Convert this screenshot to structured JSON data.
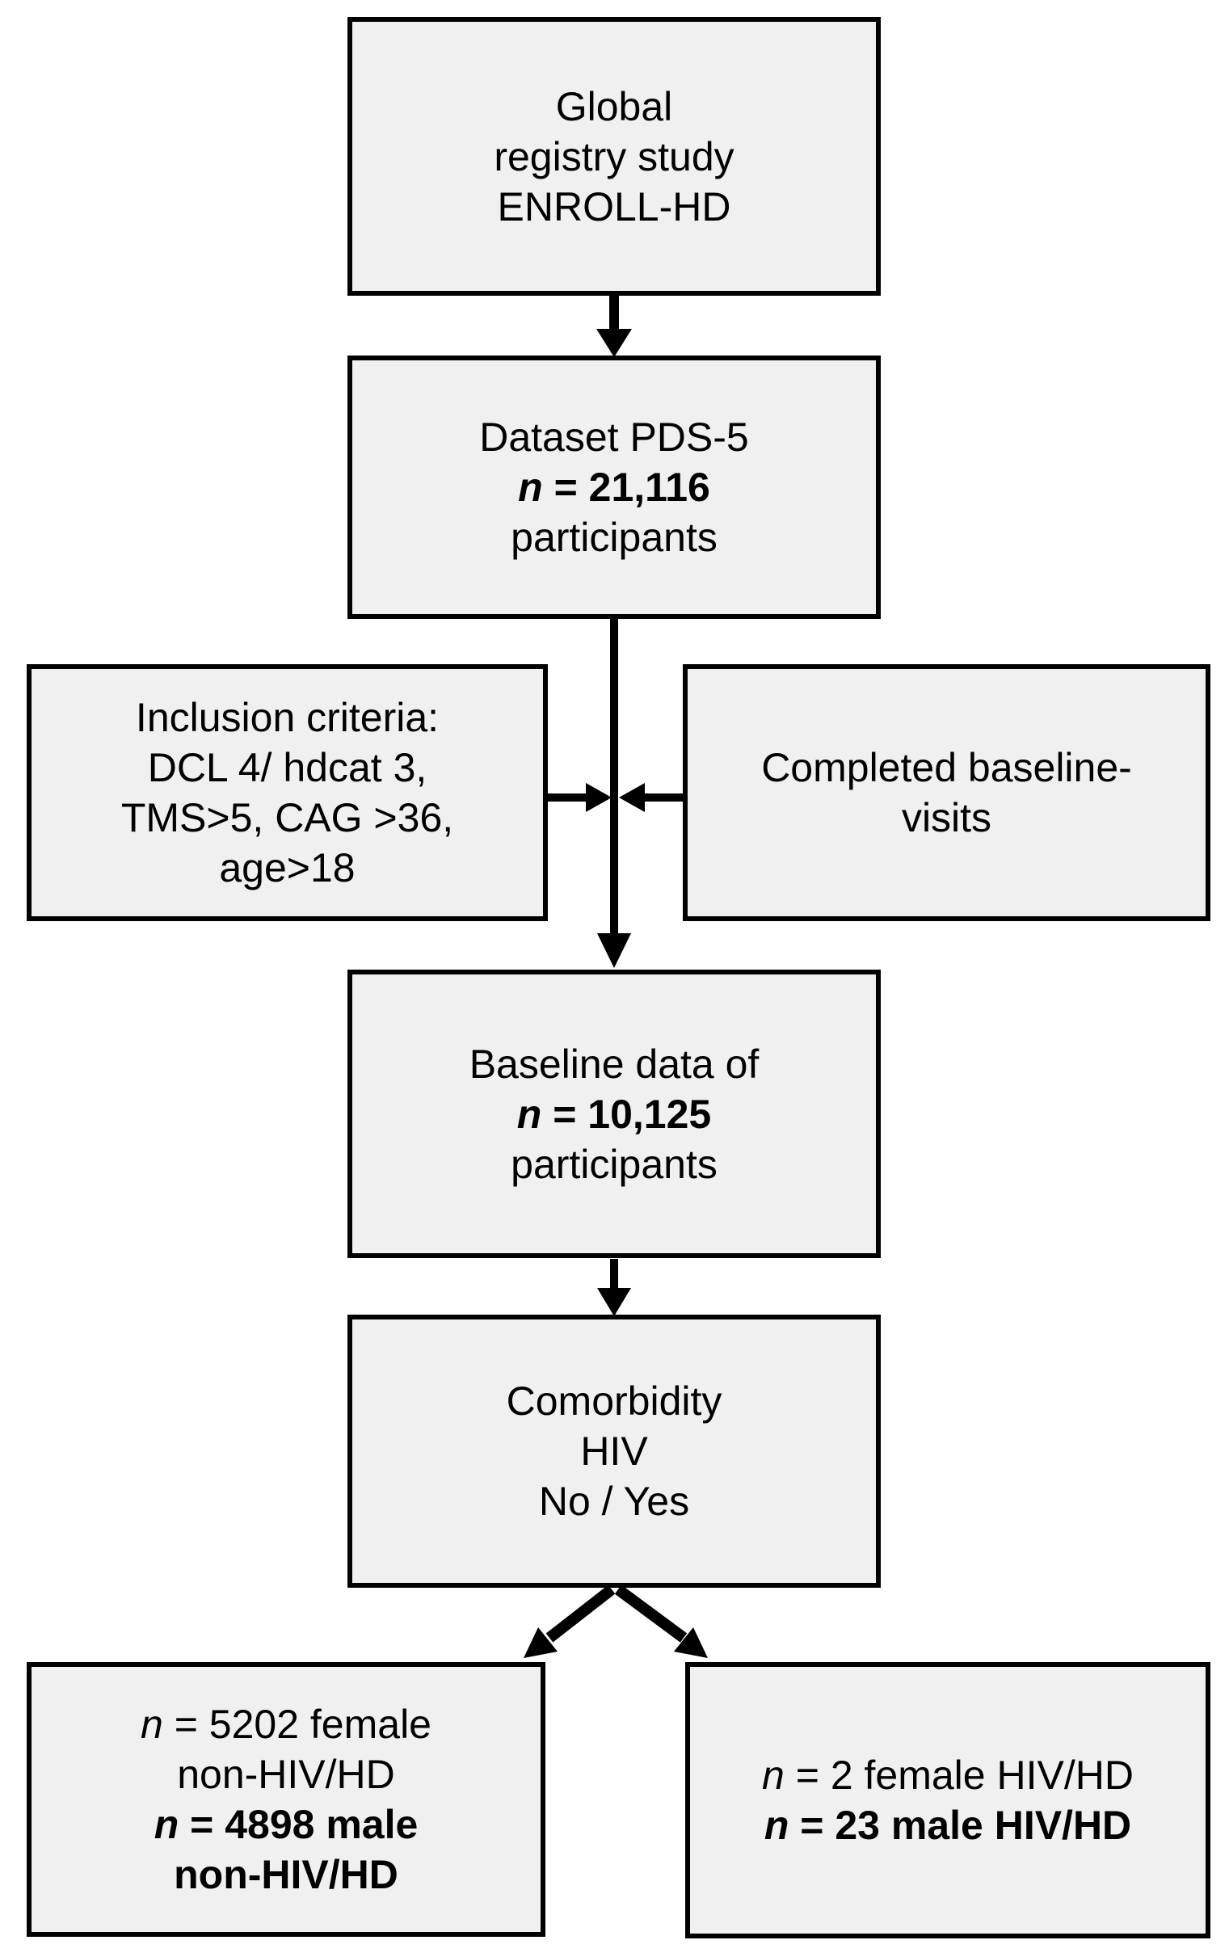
{
  "figure": {
    "background": "#ffffff",
    "box_fill": "#f0f0f0",
    "box_border": "#000000",
    "arrow_color": "#000000"
  },
  "nodes": {
    "enroll": {
      "lines": [
        [
          {
            "t": "Global"
          }
        ],
        [
          {
            "t": "registry study"
          }
        ],
        [
          {
            "t": "ENROLL-HD"
          }
        ]
      ]
    },
    "dataset": {
      "lines": [
        [
          {
            "t": "Dataset PDS-5"
          }
        ],
        [
          {
            "t": "n",
            "i": true,
            "b": true
          },
          {
            "t": " = 21,116",
            "b": true
          }
        ],
        [
          {
            "t": "participants"
          }
        ]
      ]
    },
    "inclusion": {
      "lines": [
        [
          {
            "t": "Inclusion criteria:"
          }
        ],
        [
          {
            "t": "DCL 4/ hdcat 3,"
          }
        ],
        [
          {
            "t": "TMS>5, CAG >36,"
          }
        ],
        [
          {
            "t": "age>18"
          }
        ]
      ]
    },
    "completed": {
      "lines": [
        [
          {
            "t": "Completed baseline-"
          }
        ],
        [
          {
            "t": "visits"
          }
        ]
      ]
    },
    "baseline": {
      "lines": [
        [
          {
            "t": "Baseline data of"
          }
        ],
        [
          {
            "t": "n",
            "i": true,
            "b": true
          },
          {
            "t": " = 10,125",
            "b": true
          }
        ],
        [
          {
            "t": "participants"
          }
        ]
      ]
    },
    "comorbidity": {
      "lines": [
        [
          {
            "t": "Comorbidity"
          }
        ],
        [
          {
            "t": "HIV"
          }
        ],
        [
          {
            "t": "No / Yes"
          }
        ]
      ]
    },
    "nonhiv": {
      "lines": [
        [
          {
            "t": "n",
            "i": true
          },
          {
            "t": " = 5202 female"
          }
        ],
        [
          {
            "t": "non-HIV/HD"
          }
        ],
        [
          {
            "t": "n",
            "i": true,
            "b": true
          },
          {
            "t": " = 4898 male",
            "b": true
          }
        ],
        [
          {
            "t": "non-HIV/HD",
            "b": true
          }
        ]
      ]
    },
    "hiv": {
      "lines": [
        [
          {
            "t": "n",
            "i": true
          },
          {
            "t": " = 2 female HIV/HD"
          }
        ],
        [
          {
            "t": "n",
            "i": true,
            "b": true
          },
          {
            "t": " = 23 male HIV/HD",
            "b": true
          }
        ]
      ]
    }
  }
}
